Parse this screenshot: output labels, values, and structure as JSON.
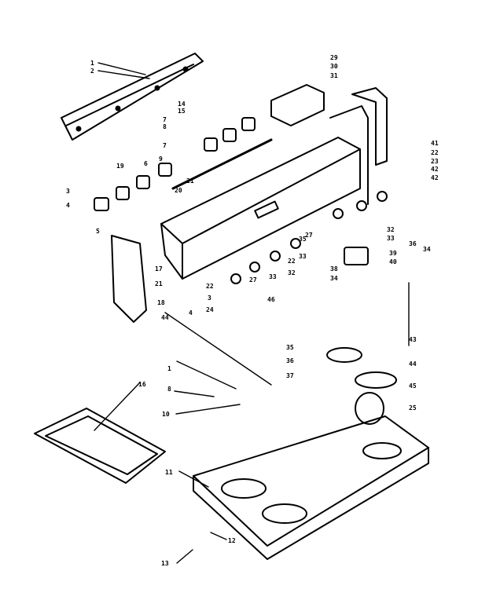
{
  "callouts": {
    "c1": "1",
    "c2": "2",
    "c14": "14",
    "c15": "15",
    "c7a": "7",
    "c8a": "8",
    "c7b": "7",
    "c19": "19",
    "c6": "6",
    "c9": "9",
    "c3": "3",
    "c4": "4",
    "c5": "5",
    "c20": "20",
    "c21": "21",
    "c29": "29",
    "c30": "30",
    "c31": "31",
    "c41": "41",
    "c22r": "22",
    "c23r": "23",
    "c42r": "42",
    "c42b": "42",
    "c17": "17",
    "c21b": "21",
    "c22a": "22",
    "c27a": "27",
    "c33a": "33",
    "c32a": "32",
    "c22b": "22",
    "c33b": "33",
    "c3b": "3",
    "c24": "24",
    "c4b": "4",
    "c46": "46",
    "c35": "35",
    "c27b": "27",
    "c38": "38",
    "c34a": "34",
    "c32r": "32",
    "c33r": "33",
    "c36": "36",
    "c34b": "34",
    "c39": "39",
    "c40": "40",
    "c18": "18",
    "c44": "44",
    "c1b": "1",
    "c8b": "8",
    "c10": "10",
    "c35b": "35",
    "c36b": "36",
    "c37": "37",
    "c43": "43",
    "c44b": "44",
    "c45": "45",
    "c25": "25",
    "c16": "16",
    "c11": "11",
    "c12": "12",
    "c13": "13"
  }
}
